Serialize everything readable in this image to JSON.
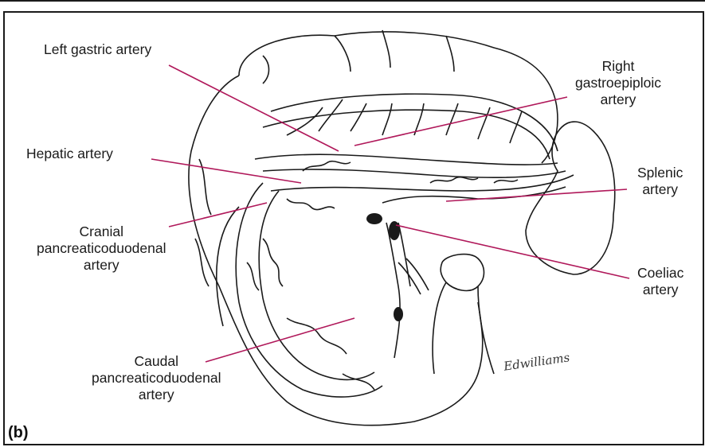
{
  "panel_letter": "(b)",
  "signature": "Edwilliams",
  "colors": {
    "leader_line": "#b0185a",
    "ink": "#1a1a1a"
  },
  "labels": {
    "left_gastric": "Left gastric artery",
    "right_gastroepiploic": [
      "Right",
      "gastroepiploic",
      "artery"
    ],
    "hepatic": "Hepatic artery",
    "splenic": [
      "Splenic",
      "artery"
    ],
    "cranial_pd": [
      "Cranial",
      "pancreaticoduodenal",
      "artery"
    ],
    "coeliac": [
      "Coeliac",
      "artery"
    ],
    "caudal_pd": [
      "Caudal",
      "pancreaticoduodenal",
      "artery"
    ]
  }
}
